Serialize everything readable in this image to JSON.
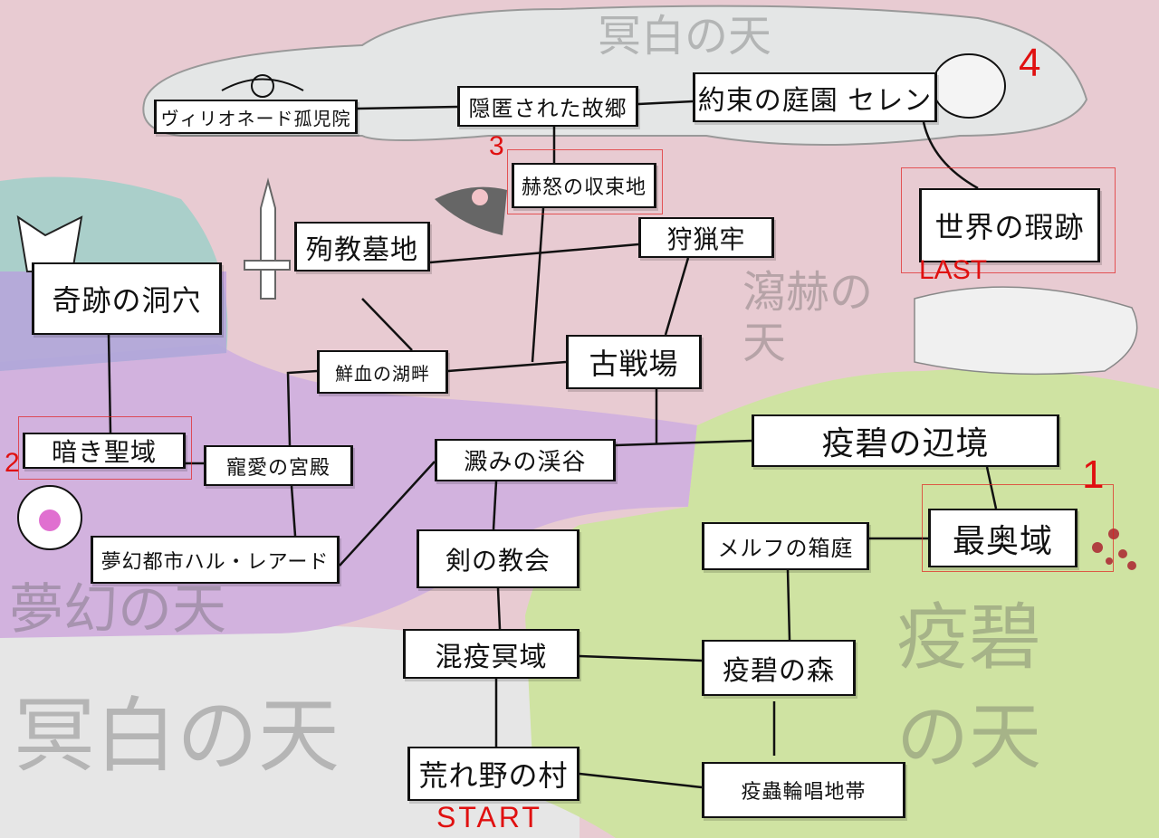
{
  "regions": {
    "white_top": "冥白の天",
    "white_bottom": "冥白の天",
    "crimson": "瀉赫の天",
    "dream": "夢幻の天",
    "plague": "疫碧の天"
  },
  "nodes": {
    "orphanage": "ヴィリオネード孤児院",
    "hidden_home": "隠匿された故郷",
    "promise_garden": "約束の庭園 セレン",
    "wrath": "赫怒の収束地",
    "martyr": "殉教墓地",
    "hunt": "狩猟牢",
    "world": "世界の瑕跡",
    "miracle": "奇跡の洞穴",
    "blood_lake": "鮮血の湖畔",
    "battlefield": "古戦場",
    "frontier": "疫碧の辺境",
    "dark_sanctum": "暗き聖域",
    "palace": "寵愛の宮殿",
    "valley": "澱みの渓谷",
    "inner": "最奥域",
    "merf": "メルフの箱庭",
    "dream_city": "夢幻都市ハル・レアード",
    "sword_church": "剣の教会",
    "chaos": "混疫冥域",
    "forest": "疫碧の森",
    "village": "荒れ野の村",
    "insect": "疫蟲輪唱地帯"
  },
  "markers": {
    "one": "1",
    "two": "2",
    "three": "3",
    "four": "4",
    "last": "LAST",
    "start": "START"
  },
  "colors": {
    "crimson_sky": "#e8cbd2",
    "white_sky": "#e4e6e6",
    "dream_sky": "#d2b2de",
    "plague_sky": "#cfe3a2",
    "marker": "#e01010"
  }
}
